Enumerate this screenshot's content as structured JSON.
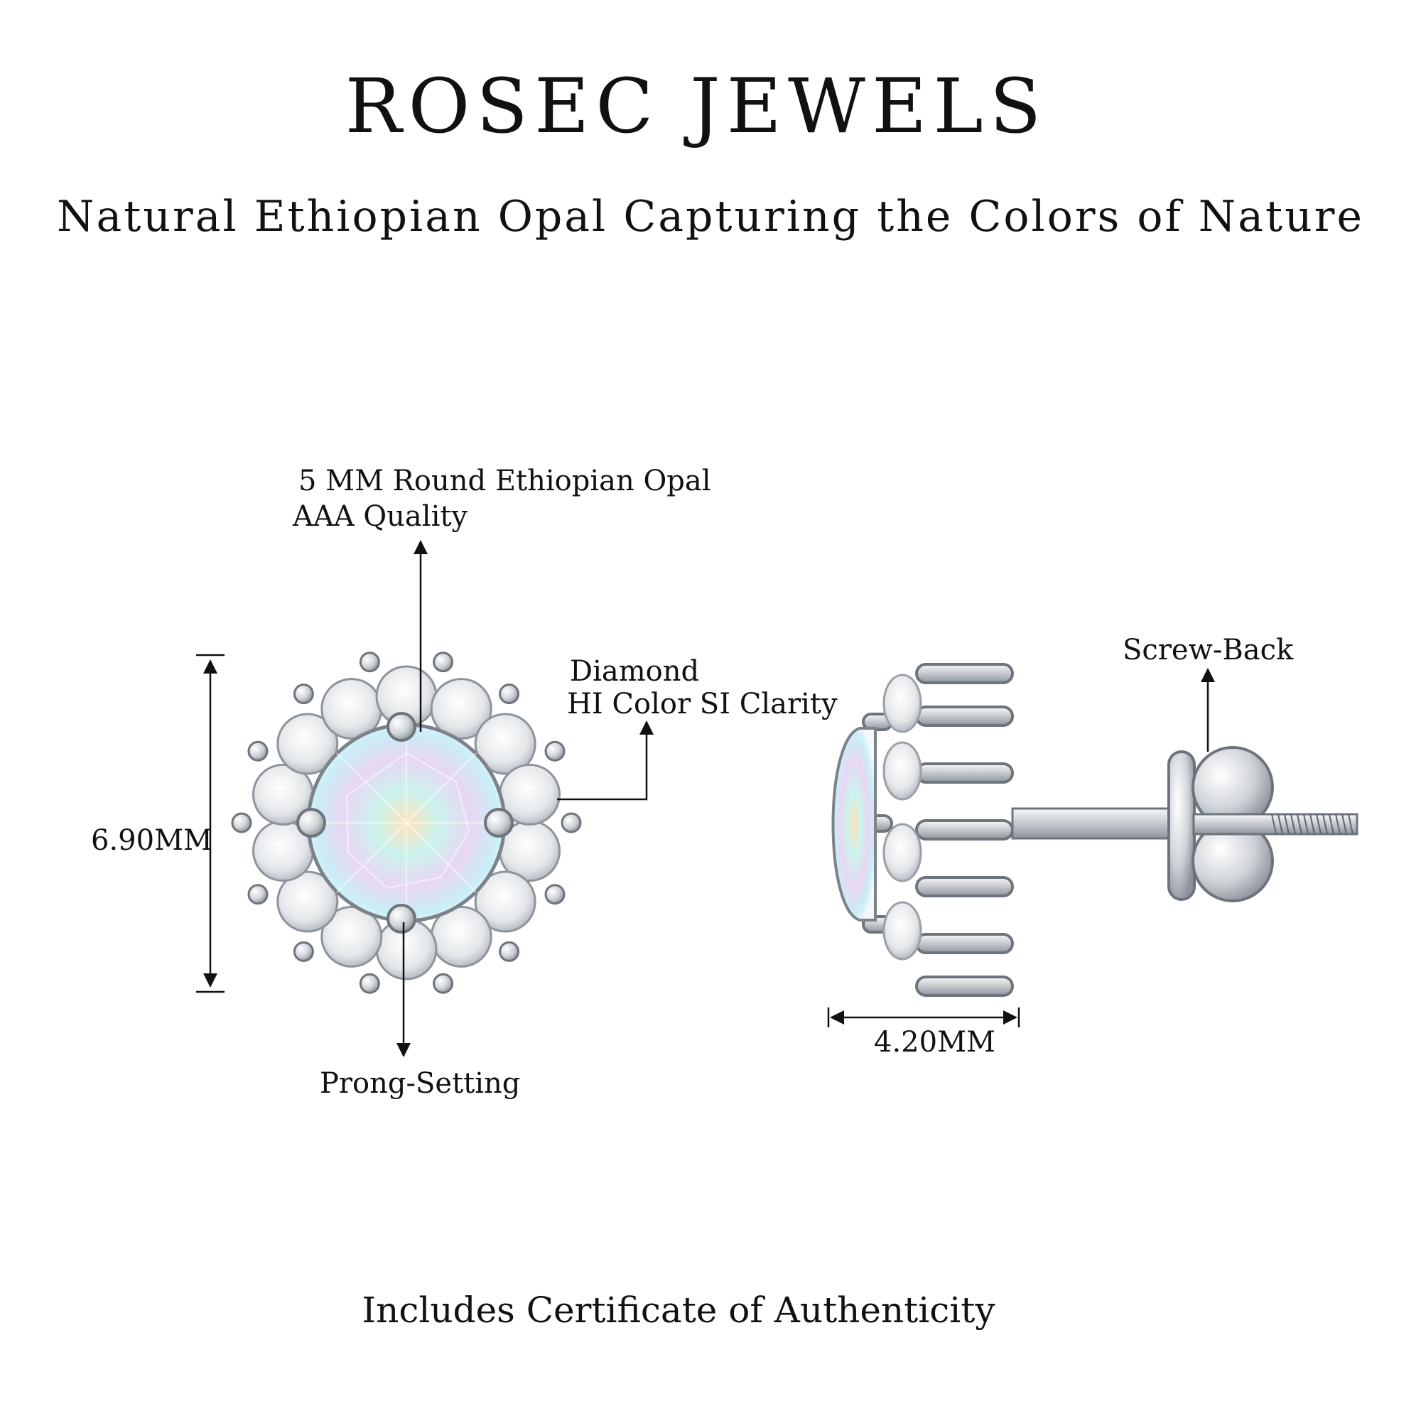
{
  "header": {
    "brand": "ROSEC JEWELS",
    "tagline": "Natural Ethiopian Opal Capturing the Colors of Nature"
  },
  "annotations": {
    "center_stone_line1": "5 MM Round Ethiopian Opal",
    "center_stone_line2": "AAA Quality",
    "diamond_line1": "Diamond",
    "diamond_line2": "HI Color SI Clarity",
    "height": "6.90MM",
    "setting": "Prong-Setting",
    "depth": "4.20MM",
    "back": "Screw-Back"
  },
  "footer": {
    "note": "Includes Certificate of Authenticity"
  },
  "colors": {
    "text": "#111111",
    "metal": "#c9cdd2",
    "metal_dark": "#8e949b",
    "diamond": "#eef0f2",
    "opal": "#d8f2f6"
  }
}
